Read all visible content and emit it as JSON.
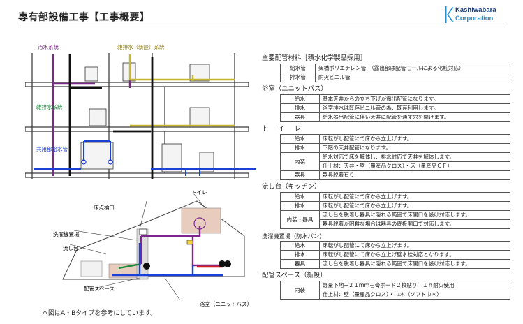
{
  "page": {
    "title": "専有部設備工事【工事概要】",
    "caption": "本図はA・Bタイプを参考にしています。"
  },
  "logo": {
    "line1": "Kashiwabara",
    "line2": "Corporation",
    "colors": {
      "mark": "#2a8fd1",
      "text": "#1a3f7a"
    }
  },
  "section_diagram": {
    "labels": {
      "sewage": "汚水系統",
      "gray_new": "雑排水（新設）系統",
      "gray": "雑排水系統",
      "supply": "共用部給水管"
    },
    "colors": {
      "sewage": "#7b2a8c",
      "gray_new": "#c9b62f",
      "supply": "#1c3fd8",
      "pipe": "#111111"
    }
  },
  "plan_diagram": {
    "labels": {
      "toilet": "トイレ",
      "floor_hatch": "床点検口",
      "laundry": "洗濯機置場",
      "sink": "流し台",
      "piping_space": "配管スペース",
      "bath": "浴室（ユニットバス）"
    },
    "colors": {
      "room_fill": "#e8cdbf",
      "supply": "#1c3fd8",
      "hot": "#d81f26",
      "drain": "#7b2a8c",
      "gray_drain": "#1a8a3a"
    }
  },
  "spec": {
    "materials": {
      "heading": "主要配管材料［積水化学製品採用］",
      "rows": [
        {
          "k": "給水管",
          "v": "架橋ポリエチレン管　（露出部は配管モールによる化粧対応）"
        },
        {
          "k": "排水管",
          "v": "耐火ビニル管"
        }
      ]
    },
    "bath": {
      "heading": "浴室（ユニットバス）",
      "rows": [
        {
          "k": "給水",
          "v": "基本天井からの立ち下げが露出配管になります。"
        },
        {
          "k": "排水",
          "v": "浴室排水は既存ビニル管の為、既存利用します。"
        },
        {
          "k": "器具",
          "v": "給水器出配管に伴い天井に配管を通す穴を開けます。"
        }
      ]
    },
    "toilet": {
      "heading": "トイレ",
      "rows": [
        {
          "k": "給水",
          "v": "床転がし配管にて床から立上げます。"
        },
        {
          "k": "排水",
          "v": "下階の天井配管になります。"
        },
        {
          "k": "内装",
          "v": "給水対応で床を解体し、排水対応で天井を解体します。",
          "v2": "仕上材：天井・壁（量産品クロス）・床（量産品ＣＦ）"
        },
        {
          "k": "器具",
          "v": "器具脱着有り"
        }
      ]
    },
    "kitchen": {
      "heading": "流し台（キッチン）",
      "rows": [
        {
          "k": "給水",
          "v": "床転がし配管にて床から立上げます。"
        },
        {
          "k": "排水",
          "v": "床転がし配管にて床から立上げます。"
        },
        {
          "k": "内装・器具",
          "v": "流し台を脱着し器具に隠れる範囲で床開口を設け対応します。",
          "v2": "器具脱着が困難な場合は器具の底板開口で対応します。"
        }
      ]
    },
    "laundry": {
      "heading": "洗濯機置場（防水パン）",
      "rows": [
        {
          "k": "給水",
          "v": "床転がし配管にて床から立上げます。"
        },
        {
          "k": "排水",
          "v": "床転がし配管にて床から立上げ壁水栓対応となります。"
        },
        {
          "k": "器具",
          "v": "流し台を脱着し器具に隠れる範囲で床開口を設け対応します。"
        }
      ]
    },
    "pipespace": {
      "heading": "配管スペース（新設）",
      "rows": [
        {
          "k": "内装",
          "v": "軽量下地+２１ｍｍ石膏ボード２枚貼り　１ｈ耐火使用",
          "v2": "仕上材：壁（量産品クロス）・巾木（ソフト巾木）"
        }
      ]
    }
  }
}
